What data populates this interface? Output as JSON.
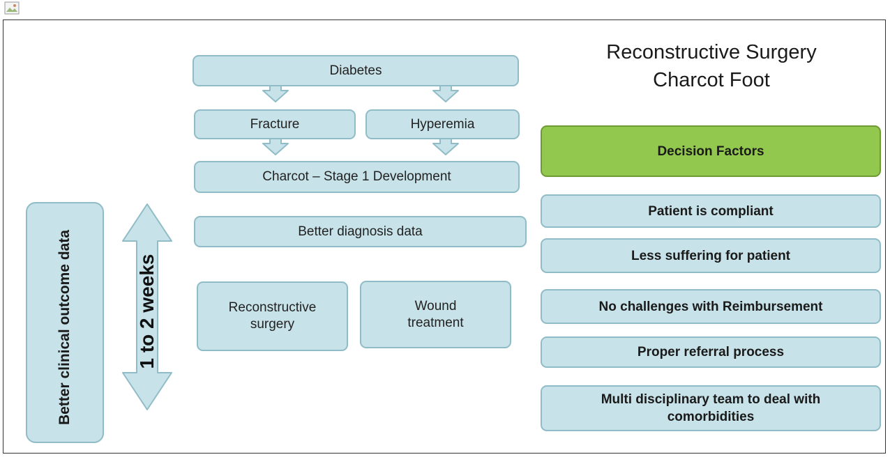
{
  "title": {
    "line1": "Reconstructive Surgery",
    "line2": "Charcot Foot"
  },
  "flow": {
    "diabetes": "Diabetes",
    "fracture": "Fracture",
    "hyperemia": "Hyperemia",
    "charcot": "Charcot – Stage 1 Development",
    "diagnosis": "Better diagnosis data",
    "reconstructive": "Reconstructive surgery",
    "wound": "Wound treatment"
  },
  "timeline": "1 to 2 weeks",
  "outcome": "Better clinical outcome data",
  "decision": {
    "header": "Decision Factors",
    "factors": [
      "Patient  is compliant",
      "Less suffering for patient",
      "No challenges with Reimbursement",
      "Proper referral process",
      "Multi disciplinary team to deal with comorbidities"
    ]
  },
  "colors": {
    "box_fill": "#c7e2e8",
    "box_border": "#8fbcc6",
    "decision_fill": "#93c84e"
  },
  "icons": {
    "broken_image": "broken-image-icon",
    "down_arrow": "down-arrow-icon",
    "double_arrow": "double-vertical-arrow-icon"
  }
}
